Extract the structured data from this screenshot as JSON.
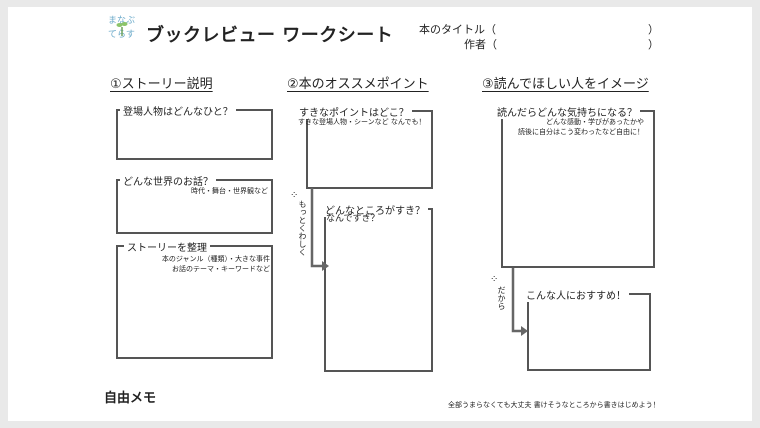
{
  "logo": {
    "line1": "まなぶ",
    "line2": "てらす"
  },
  "title": "ブックレビュー ワークシート",
  "book_title_label": "本のタイトル（",
  "book_title_close": "）",
  "author_label": "作者（",
  "author_close": "）",
  "sections": [
    "①ストーリー説明",
    "②本のオススメポイント",
    "③読んでほしい人をイメージ"
  ],
  "boxes": {
    "characters": {
      "label": "登場人物はどんなひと？"
    },
    "world": {
      "label": "どんな世界のお話？",
      "hint": "時代・舞台・世界観など"
    },
    "story": {
      "label": "ストーリーを整理",
      "hint1": "本のジャンル（種類）・大きな事件",
      "hint2": "お話のテーマ・キーワードなど"
    },
    "favorite": {
      "label": "すきなポイントはどこ？",
      "hint": "すきな登場人物・シーンなど なんでも！"
    },
    "why": {
      "label1": "どんなところがすき？",
      "label2": "なんですき？"
    },
    "feeling": {
      "label": "読んだらどんな気持ちになる？",
      "hint1": "どんな感動・学びがあったかや",
      "hint2": "読後に自分はこう変わったなど自由に！"
    },
    "recommend": {
      "label": "こんな人におすすめ！"
    }
  },
  "arrows": {
    "more_detail": "もっとくわしく",
    "therefore": "だから"
  },
  "memo": "自由メモ",
  "footer": "全部うまらなくても大丈夫 書けそうなところから書きはじめよう！"
}
